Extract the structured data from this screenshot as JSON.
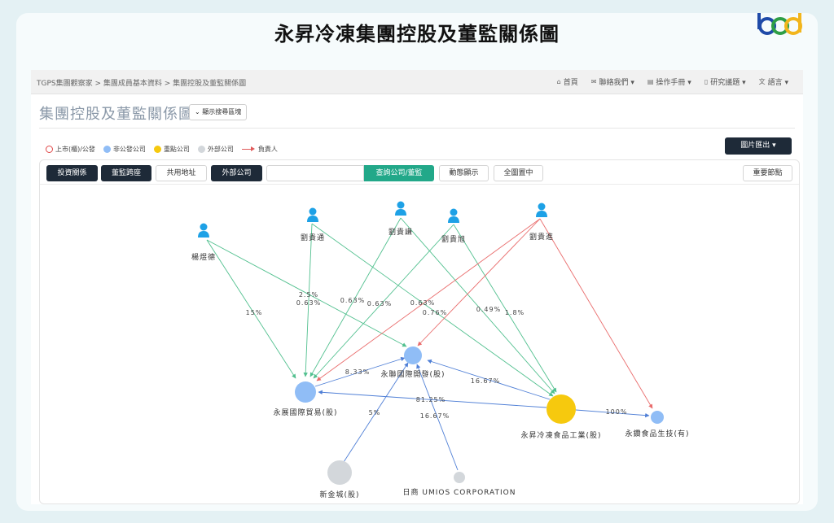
{
  "title": "永昇冷凍集團控股及董監關係圖",
  "breadcrumb": "TGPS集團觀察家 > 集團成員基本資料 > 集團控股及董監關係圖",
  "nav": [
    {
      "icon": "home-icon",
      "label": "首頁"
    },
    {
      "icon": "mail-icon",
      "label": "聯絡我們 ▾"
    },
    {
      "icon": "book-icon",
      "label": "操作手冊 ▾"
    },
    {
      "icon": "file-icon",
      "label": "研究議題 ▾"
    },
    {
      "icon": "language-icon",
      "label": "語言 ▾"
    }
  ],
  "page_title": "集團控股及董監關係圖",
  "search_toggle": "⌄ 顯示搜尋區塊",
  "legend": {
    "listed": "上市(櫃)/公發",
    "non_public": "非公發公司",
    "key": "重點公司",
    "external": "外部公司",
    "responsible": "負責人"
  },
  "colors": {
    "listed": "#e04848",
    "non_public": "#90bdf6",
    "key": "#f6c90e",
    "external": "#d3d7db",
    "person": "#1ea1e6",
    "edge_person": "#52c08f",
    "edge_company": "#4f7fd6",
    "edge_responsible": "#e96c6c"
  },
  "export_label": "圖片匯出 ▾",
  "toolbar": {
    "investment": "投資關係",
    "cross_board": "董監跨座",
    "shared_address": "共用地址",
    "external": "外部公司",
    "search_value": "",
    "search_button": "查詢公司/董監",
    "animate": "動態顯示",
    "center": "全圖置中",
    "key_nodes": "重要節點"
  },
  "graph": {
    "persons": {
      "p1": "楊煜德",
      "p2": "劉貴通",
      "p3": "劉貴謙",
      "p4": "劉貴旭",
      "p5": "劉貴進"
    },
    "companies": {
      "c1": "永展國際貿易(股)",
      "c2": "永聯國際開發(股)",
      "c3": "永昇冷凍食品工業(股)",
      "c4": "永鑽食品生技(有)",
      "c5": "新金城(股)",
      "c6": "日商 UMIOS CORPORATION"
    },
    "edge_labels": {
      "e1": "15%",
      "e2": "2.5%",
      "e3": "0.63%",
      "e4": "0.63%",
      "e5": "0.63%",
      "e6": "0.63%",
      "e7": "0.76%",
      "e8": "0.49%",
      "e9": "1.8%",
      "e10": "8.33%",
      "e11": "16.67%",
      "e12": "81.25%",
      "e13": "100%",
      "e14": "5%",
      "e15": "16.67%"
    }
  }
}
